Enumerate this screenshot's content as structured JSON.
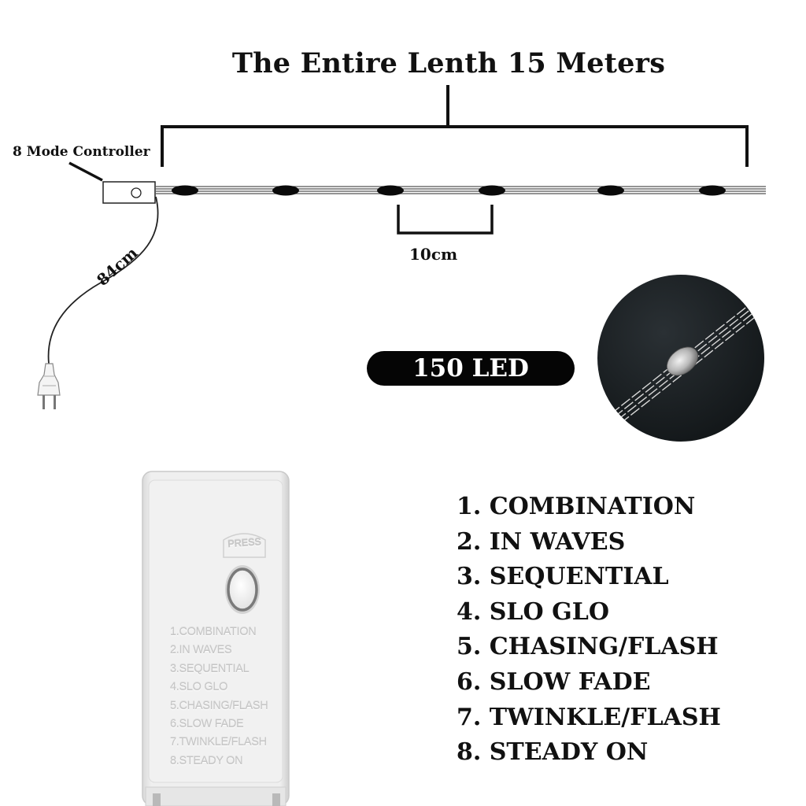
{
  "diagram": {
    "title": "The Entire Lenth 15 Meters",
    "controller_label": "8 Mode Controller",
    "spacing_label": "10cm",
    "cable_label": "84cm",
    "led_count_label": "150 LED"
  },
  "modes": [
    "1. COMBINATION",
    "2. IN WAVES",
    "3. SEQUENTIAL",
    "4. SLO GLO",
    "5. CHASING/FLASH",
    "6. SLOW FADE",
    "7. TWINKLE/FLASH",
    "8. STEADY ON"
  ],
  "remote": {
    "press_label": "PRESS",
    "modes": [
      "1.COMBINATION",
      "2.IN WAVES",
      "3.SEQUENTIAL",
      "4.SLO GLO",
      "5.CHASING/FLASH",
      "6.SLOW FADE",
      "7.TWINKLE/FLASH",
      "8.STEADY ON"
    ]
  }
}
